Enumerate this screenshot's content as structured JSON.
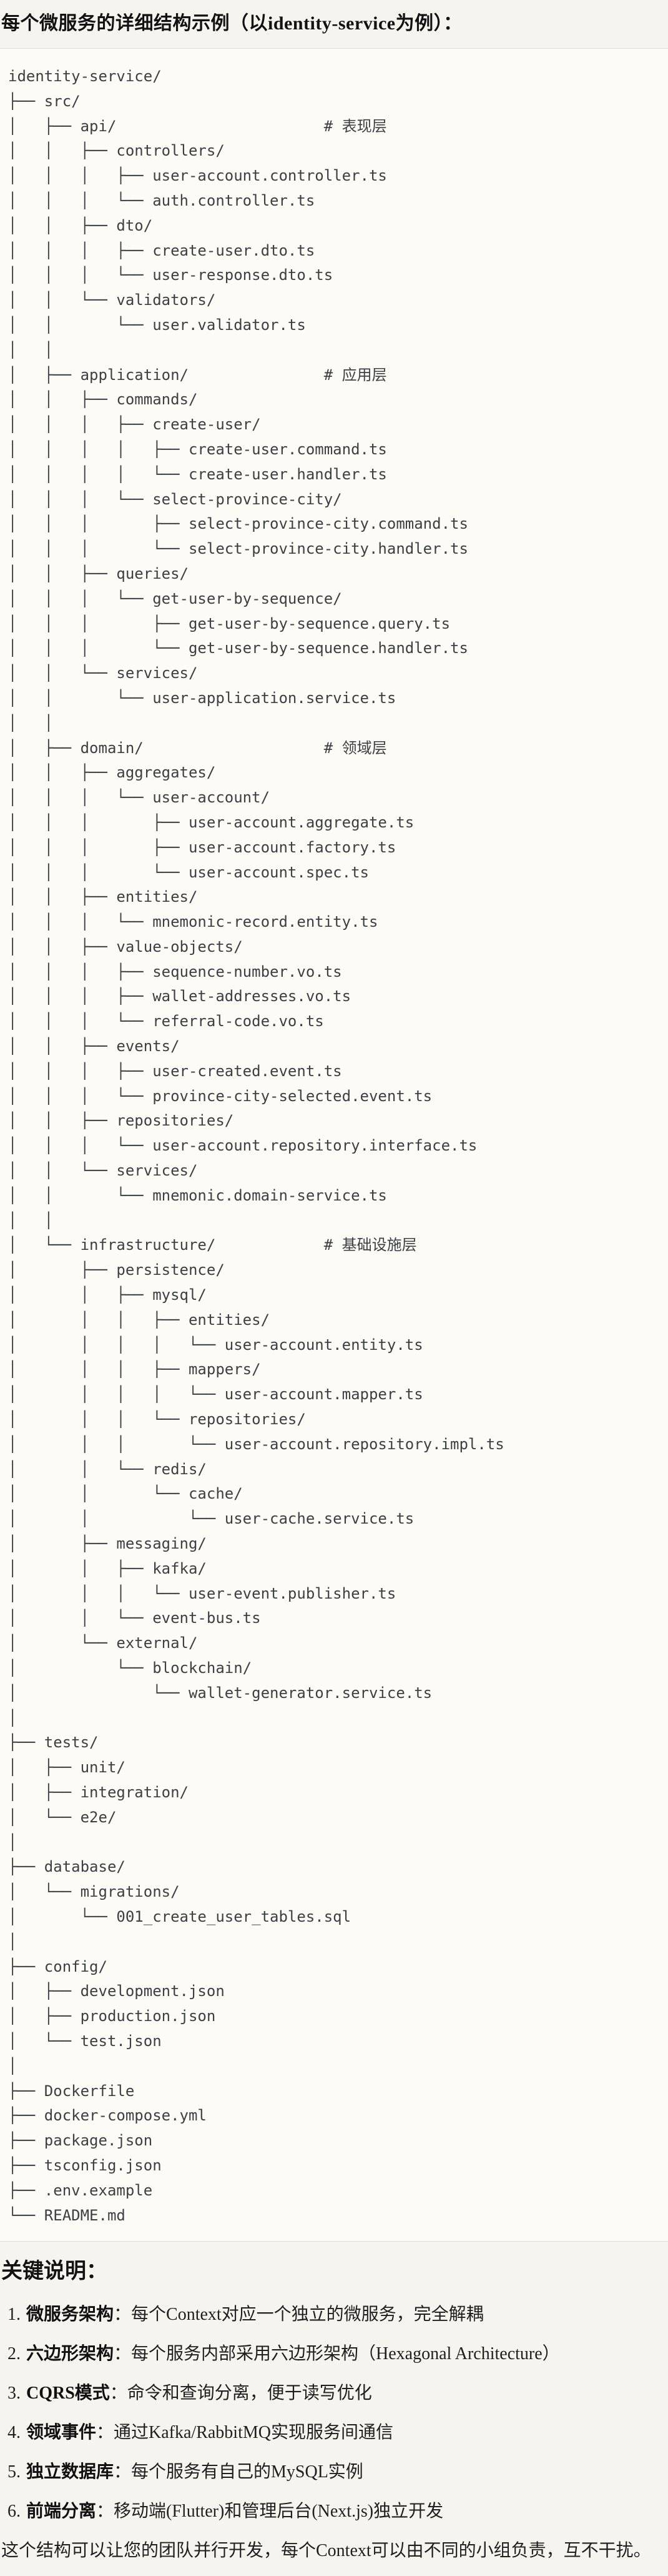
{
  "colors": {
    "page_bg": "#f6f4ee",
    "code_bg": "#fcfbf6",
    "divider": "#deddd3",
    "code_text": "#3c4043",
    "body_text": "#1f1f1f"
  },
  "header": {
    "title": "每个微服务的详细结构示例（以identity-service为例）："
  },
  "code_block": {
    "lines": [
      "identity-service/",
      "├── src/",
      "│   ├── api/                       # 表现层",
      "│   │   ├── controllers/",
      "│   │   │   ├── user-account.controller.ts",
      "│   │   │   └── auth.controller.ts",
      "│   │   ├── dto/",
      "│   │   │   ├── create-user.dto.ts",
      "│   │   │   └── user-response.dto.ts",
      "│   │   └── validators/",
      "│   │       └── user.validator.ts",
      "│   │",
      "│   ├── application/               # 应用层",
      "│   │   ├── commands/",
      "│   │   │   ├── create-user/",
      "│   │   │   │   ├── create-user.command.ts",
      "│   │   │   │   └── create-user.handler.ts",
      "│   │   │   └── select-province-city/",
      "│   │   │       ├── select-province-city.command.ts",
      "│   │   │       └── select-province-city.handler.ts",
      "│   │   ├── queries/",
      "│   │   │   └── get-user-by-sequence/",
      "│   │   │       ├── get-user-by-sequence.query.ts",
      "│   │   │       └── get-user-by-sequence.handler.ts",
      "│   │   └── services/",
      "│   │       └── user-application.service.ts",
      "│   │",
      "│   ├── domain/                    # 领域层",
      "│   │   ├── aggregates/",
      "│   │   │   └── user-account/",
      "│   │   │       ├── user-account.aggregate.ts",
      "│   │   │       ├── user-account.factory.ts",
      "│   │   │       └── user-account.spec.ts",
      "│   │   ├── entities/",
      "│   │   │   └── mnemonic-record.entity.ts",
      "│   │   ├── value-objects/",
      "│   │   │   ├── sequence-number.vo.ts",
      "│   │   │   ├── wallet-addresses.vo.ts",
      "│   │   │   └── referral-code.vo.ts",
      "│   │   ├── events/",
      "│   │   │   ├── user-created.event.ts",
      "│   │   │   └── province-city-selected.event.ts",
      "│   │   ├── repositories/",
      "│   │   │   └── user-account.repository.interface.ts",
      "│   │   └── services/",
      "│   │       └── mnemonic.domain-service.ts",
      "│   │",
      "│   └── infrastructure/            # 基础设施层",
      "│       ├── persistence/",
      "│       │   ├── mysql/",
      "│       │   │   ├── entities/",
      "│       │   │   │   └── user-account.entity.ts",
      "│       │   │   ├── mappers/",
      "│       │   │   │   └── user-account.mapper.ts",
      "│       │   │   └── repositories/",
      "│       │   │       └── user-account.repository.impl.ts",
      "│       │   └── redis/",
      "│       │       └── cache/",
      "│       │           └── user-cache.service.ts",
      "│       ├── messaging/",
      "│       │   ├── kafka/",
      "│       │   │   └── user-event.publisher.ts",
      "│       │   └── event-bus.ts",
      "│       └── external/",
      "│           └── blockchain/",
      "│               └── wallet-generator.service.ts",
      "│",
      "├── tests/",
      "│   ├── unit/",
      "│   ├── integration/",
      "│   └── e2e/",
      "│",
      "├── database/",
      "│   └── migrations/",
      "│       └── 001_create_user_tables.sql",
      "│",
      "├── config/",
      "│   ├── development.json",
      "│   ├── production.json",
      "│   └── test.json",
      "│",
      "├── Dockerfile",
      "├── docker-compose.yml",
      "├── package.json",
      "├── tsconfig.json",
      "├── .env.example",
      "└── README.md"
    ]
  },
  "notes": {
    "heading": "关键说明：",
    "items": [
      {
        "num": "1.",
        "label": "微服务架构",
        "sep": "：",
        "text": "每个Context对应一个独立的微服务，完全解耦"
      },
      {
        "num": "2.",
        "label": "六边形架构",
        "sep": "：",
        "text": "每个服务内部采用六边形架构（Hexagonal Architecture）"
      },
      {
        "num": "3.",
        "label": "CQRS模式",
        "sep": "：",
        "text": "命令和查询分离，便于读写优化"
      },
      {
        "num": "4.",
        "label": "领域事件",
        "sep": "：",
        "text": "通过Kafka/RabbitMQ实现服务间通信"
      },
      {
        "num": "5.",
        "label": "独立数据库",
        "sep": "：",
        "text": "每个服务有自己的MySQL实例"
      },
      {
        "num": "6.",
        "label": "前端分离",
        "sep": "：",
        "text": "移动端(Flutter)和管理后台(Next.js)独立开发"
      }
    ],
    "footer": "这个结构可以让您的团队并行开发，每个Context可以由不同的小组负责，互不干扰。"
  }
}
